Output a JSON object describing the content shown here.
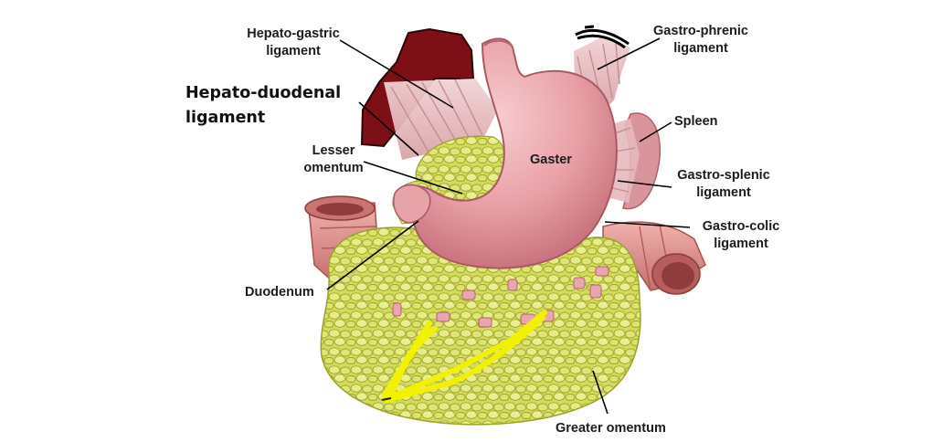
{
  "labels": {
    "hepato_gastric": [
      "Hepato-gastric",
      "ligament"
    ],
    "gastro_phrenic": [
      "Gastro-phrenic",
      "ligament"
    ],
    "hepato_duodenal": [
      "Hepato-duodenal",
      "ligament"
    ],
    "spleen": "Spleen",
    "lesser_omentum": [
      "Lesser",
      "omentum"
    ],
    "gaster": "Gaster",
    "gastro_splenic": [
      "Gastro-splenic",
      "ligament"
    ],
    "gastro_colic": [
      "Gastro-colic",
      "ligament"
    ],
    "duodenum": "Duodenum",
    "greater_omentum": "Greater omentum"
  },
  "colors": {
    "stomach": "#e9a0a4",
    "stomach_shade": "#c9707a",
    "liver_piece": "#7d0f16",
    "omentum_fat": "#d6dc63",
    "omentum_fat_dark": "#a6ad2c",
    "ligament": "#d9a9ad",
    "spleen": "#d89aa0",
    "colon": "#e39590",
    "leader_line": "#000000",
    "highlight_marker": "#f2f200"
  }
}
